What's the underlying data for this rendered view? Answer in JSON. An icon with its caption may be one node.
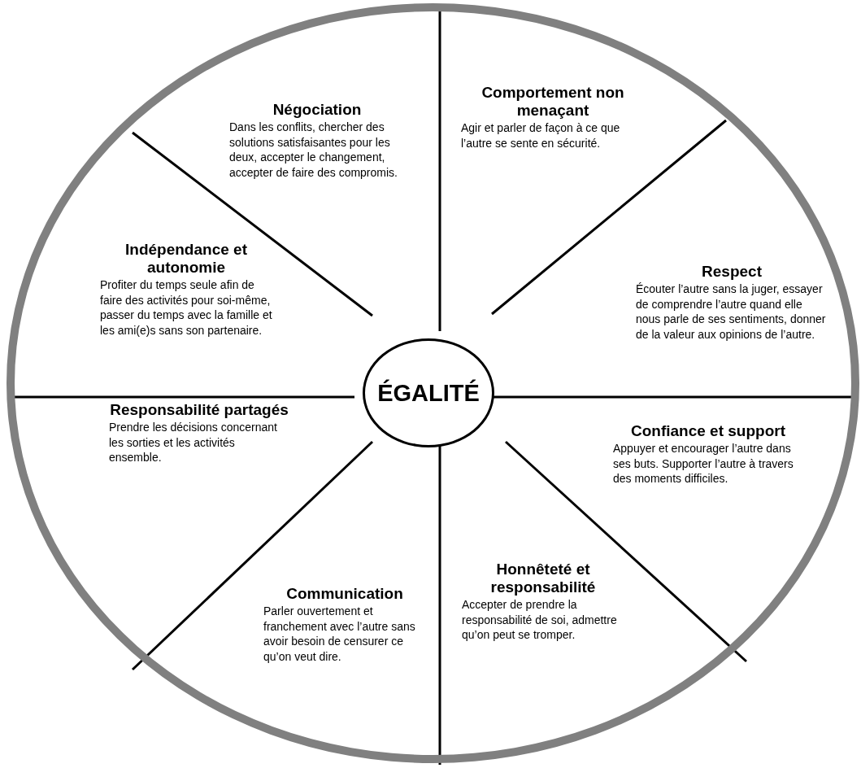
{
  "diagram": {
    "nodes": [
      {
        "text": [],
        "shape": "circle"
      },
      {
        "text": [
          "ÉGALITÉ"
        ],
        "in": 0
      },
      {
        "text": [
          "Négociation",
          "Dans les conflits, chercher des solutions satisfaisantes pour les deux, accepter le changement, accepter de faire des compromis."
        ],
        "in": 0
      },
      {
        "text": [
          "Comportement non menaçant",
          "Agir et parler de façon à ce que l’autre se sente en sécurité."
        ],
        "in": 0
      },
      {
        "text": [
          "Indépendance et autonomie",
          "Profiter du temps seule afin de faire des activités pour soi-même, passer du temps avec la famille et les ami(e)s sans son partenaire."
        ],
        "in": 0
      },
      {
        "text": [
          "Respect",
          "Écouter l’autre sans la juger, essayer de comprendre l’autre quand elle nous parle de ses sentiments, donner de la valeur aux opinions de l’autre."
        ],
        "in": 0
      },
      {
        "text": [
          "Responsabilité partagés",
          "Prendre les décisions concernant les sorties et les activités ensemble."
        ],
        "in": 0
      },
      {
        "text": [
          "Confiance et support",
          "Appuyer et encourager l’autre dans ses buts. Supporter l’autre à travers des moments difficiles."
        ],
        "in": 0
      },
      {
        "text": [
          "Communication",
          "Parler ouvertement et franchement avec l’autre sans avoir besoin de censurer ce qu’on veut dire."
        ],
        "in": 0
      },
      {
        "text": [
          "Honnêteté et responsabilité",
          "Accepter de prendre la responsabilité de soi, admettre qu’on peut se tromper."
        ],
        "in": 0
      }
    ]
  }
}
